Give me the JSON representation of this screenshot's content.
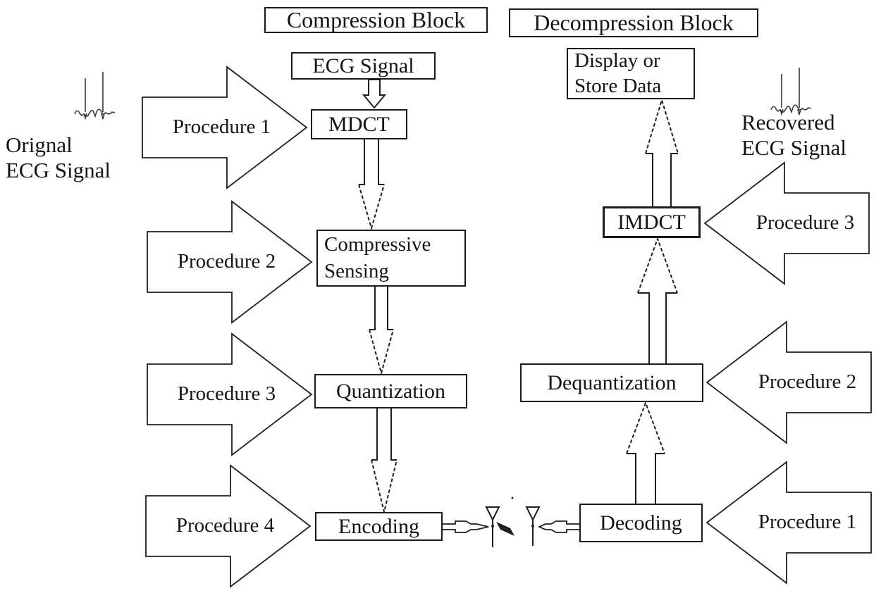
{
  "titles": {
    "compression": "Compression Block",
    "decompression": "Decompression Block"
  },
  "compression": {
    "input": "ECG Signal",
    "mdct": "MDCT",
    "compressive_sensing": "Compressive Sensing",
    "quantization": "Quantization",
    "encoding": "Encoding"
  },
  "decompression": {
    "decoding": "Decoding",
    "dequantization": "Dequantization",
    "imdct": "IMDCT",
    "display_store": "Display or Store Data"
  },
  "procedures": {
    "left": [
      "Procedure 1",
      "Procedure 2",
      "Procedure 3",
      "Procedure 4"
    ],
    "right": [
      "Procedure 1",
      "Procedure 2",
      "Procedure 3"
    ]
  },
  "side_labels": {
    "original_line1": "Orignal",
    "original_line2": "ECG Signal",
    "recovered_line1": "Recovered",
    "recovered_line2": "ECG Signal"
  },
  "icons": {
    "left_waveform": "ecg-waveform",
    "right_waveform": "ecg-waveform",
    "transmit_antenna": "antenna",
    "receive_antenna": "antenna"
  },
  "colors": {
    "ink": "#1c1c1c",
    "background": "#ffffff"
  }
}
